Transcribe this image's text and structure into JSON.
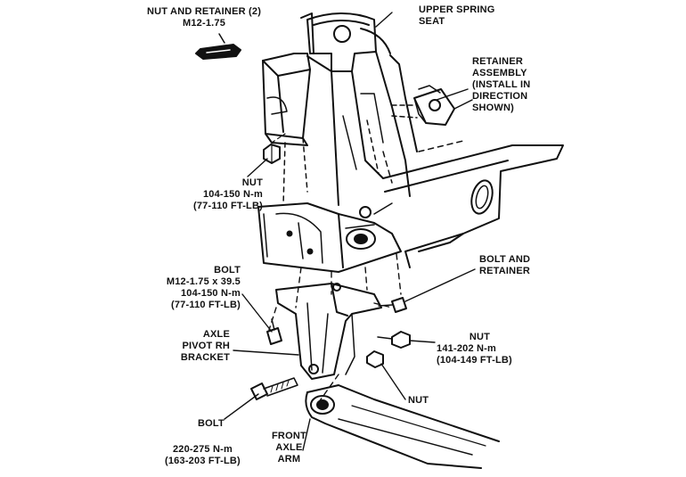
{
  "labels": {
    "nut_retainer": {
      "line1": "NUT AND RETAINER (2)",
      "line2": "M12-1.75"
    },
    "upper_spring_seat": {
      "line1": "UPPER SPRING",
      "line2": "SEAT"
    },
    "retainer_assembly": {
      "line1": "RETAINER",
      "line2": "ASSEMBLY",
      "line3": "(INSTALL IN",
      "line4": "DIRECTION",
      "line5": "SHOWN)"
    },
    "nut_upper": {
      "line1": "NUT",
      "line2": "104-150 N-m",
      "line3": "(77-110 FT-LB)"
    },
    "bolt_upper": {
      "line1": "BOLT",
      "line2": "M12-1.75 x 39.5",
      "line3": "104-150 N-m",
      "line4": "(77-110 FT-LB)"
    },
    "bolt_and_retainer": {
      "line1": "BOLT AND",
      "line2": "RETAINER"
    },
    "axle_pivot": {
      "line1": "AXLE",
      "line2": "PIVOT RH",
      "line3": "BRACKET"
    },
    "nut_right": {
      "line1": "NUT",
      "line2": "141-202 N-m",
      "line3": "(104-149 FT-LB)"
    },
    "nut_lower": {
      "line1": "NUT"
    },
    "bolt_lower": {
      "line1": "BOLT"
    },
    "front_axle_arm": {
      "line1": "FRONT",
      "line2": "AXLE",
      "line3": "ARM"
    },
    "torque_lower": {
      "line1": "220-275 N-m",
      "line2": "(163-203 FT-LB)"
    }
  },
  "colors": {
    "ink": "#111111",
    "paper": "#ffffff"
  }
}
